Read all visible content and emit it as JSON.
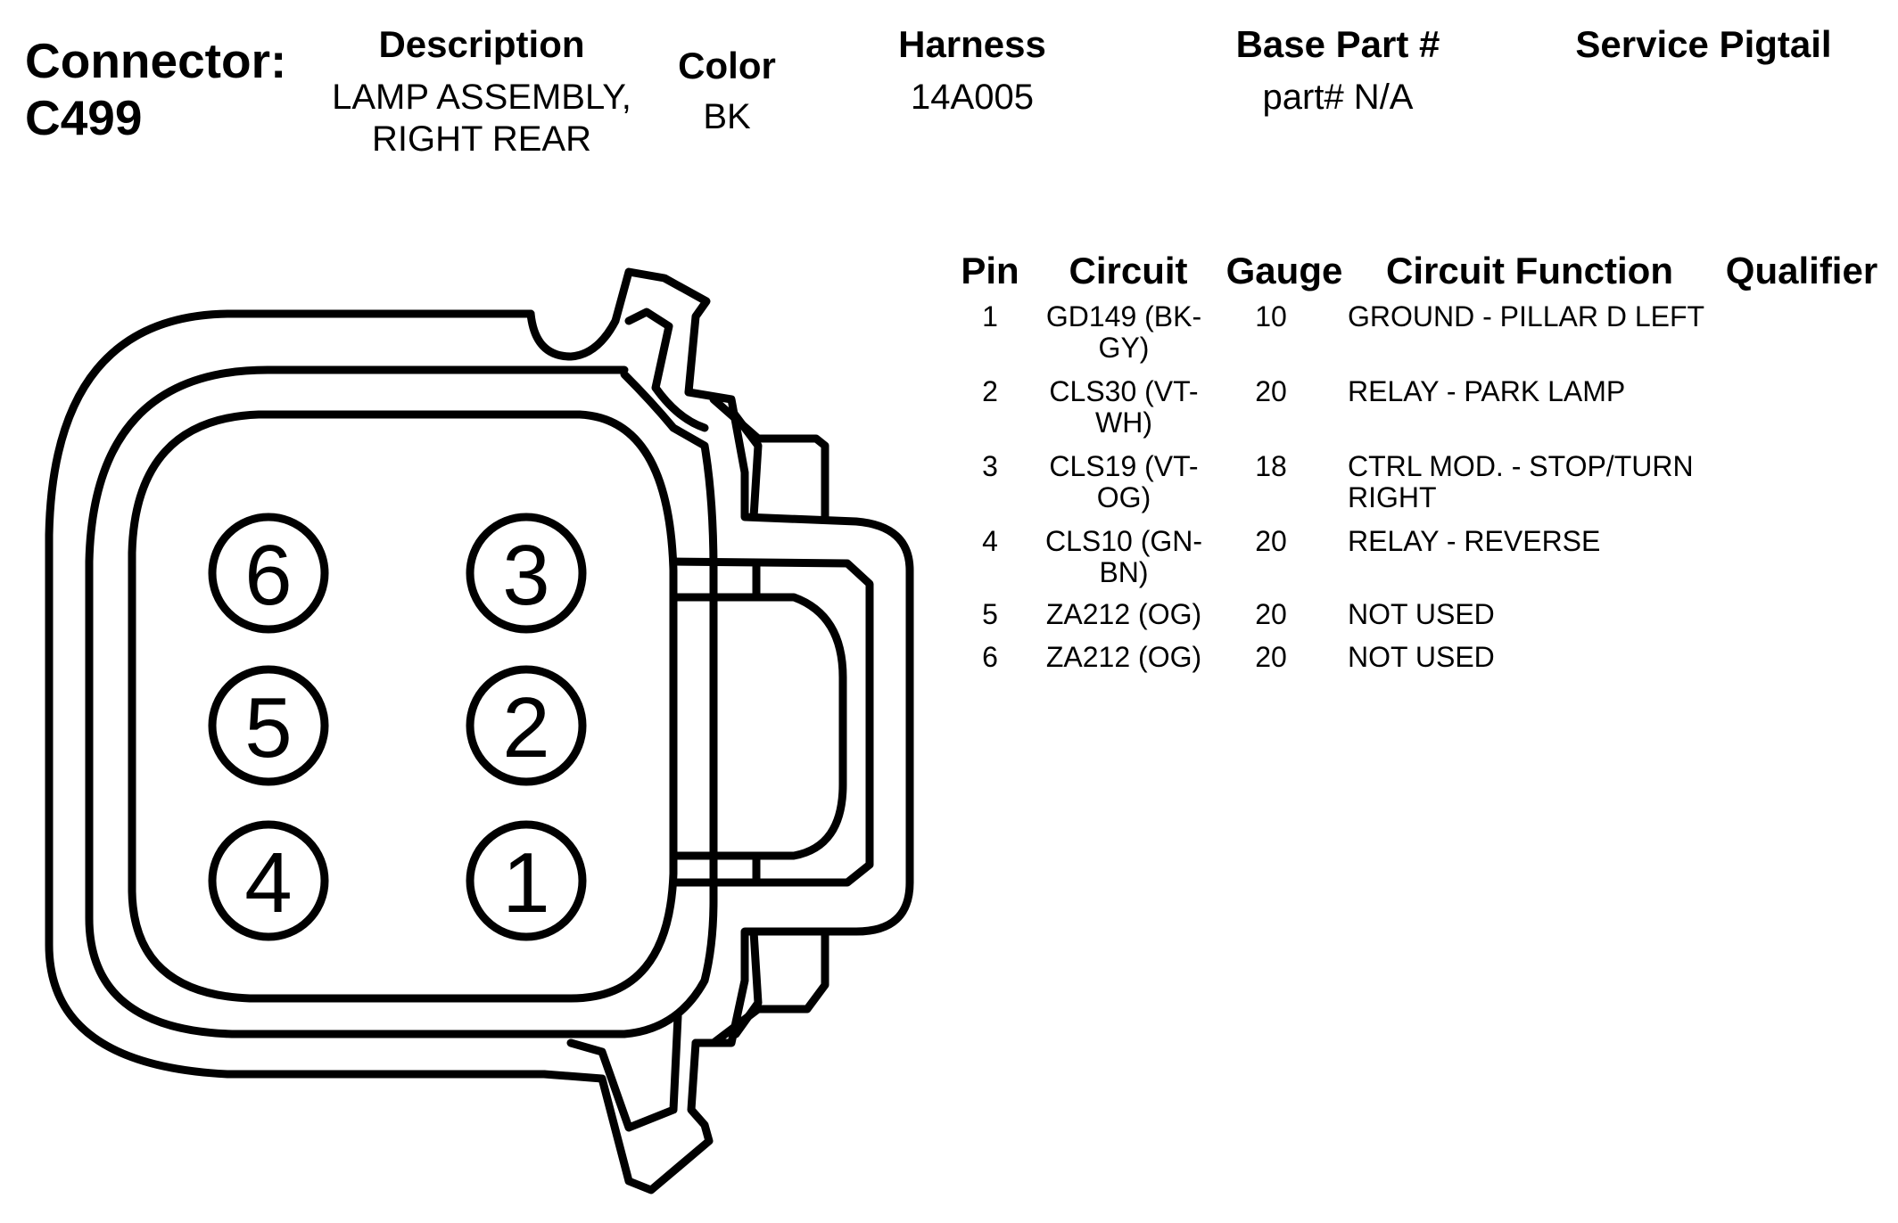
{
  "header": {
    "connector_label": "Connector:",
    "connector_id": "C499",
    "description_label": "Description",
    "description_line1": "LAMP ASSEMBLY,",
    "description_line2": "RIGHT REAR",
    "color_label": "Color",
    "color_value": "BK",
    "harness_label": "Harness",
    "harness_value": "14A005",
    "base_part_label": "Base Part #",
    "base_part_value": "part# N/A",
    "service_pigtail_label": "Service Pigtail"
  },
  "table": {
    "headers": {
      "pin": "Pin",
      "circuit": "Circuit",
      "gauge": "Gauge",
      "function": "Circuit Function",
      "qualifier": "Qualifier"
    },
    "rows": [
      {
        "pin": "1",
        "circuit_l1": "GD149 (BK-",
        "circuit_l2": "GY)",
        "gauge": "10",
        "function_l1": "GROUND - PILLAR D LEFT",
        "function_l2": ""
      },
      {
        "pin": "2",
        "circuit_l1": "CLS30 (VT-",
        "circuit_l2": "WH)",
        "gauge": "20",
        "function_l1": "RELAY - PARK LAMP",
        "function_l2": ""
      },
      {
        "pin": "3",
        "circuit_l1": "CLS19 (VT-",
        "circuit_l2": "OG)",
        "gauge": "18",
        "function_l1": "CTRL MOD. - STOP/TURN",
        "function_l2": "RIGHT"
      },
      {
        "pin": "4",
        "circuit_l1": "CLS10 (GN-",
        "circuit_l2": "BN)",
        "gauge": "20",
        "function_l1": "RELAY - REVERSE",
        "function_l2": ""
      },
      {
        "pin": "5",
        "circuit_l1": "ZA212 (OG)",
        "circuit_l2": "",
        "gauge": "20",
        "function_l1": "NOT USED",
        "function_l2": ""
      },
      {
        "pin": "6",
        "circuit_l1": "ZA212 (OG)",
        "circuit_l2": "",
        "gauge": "20",
        "function_l1": "NOT USED",
        "function_l2": ""
      }
    ]
  },
  "diagram": {
    "pin_labels": {
      "p1": "1",
      "p2": "2",
      "p3": "3",
      "p4": "4",
      "p5": "5",
      "p6": "6"
    },
    "stroke_color": "#000000",
    "fill_color": "#ffffff"
  }
}
